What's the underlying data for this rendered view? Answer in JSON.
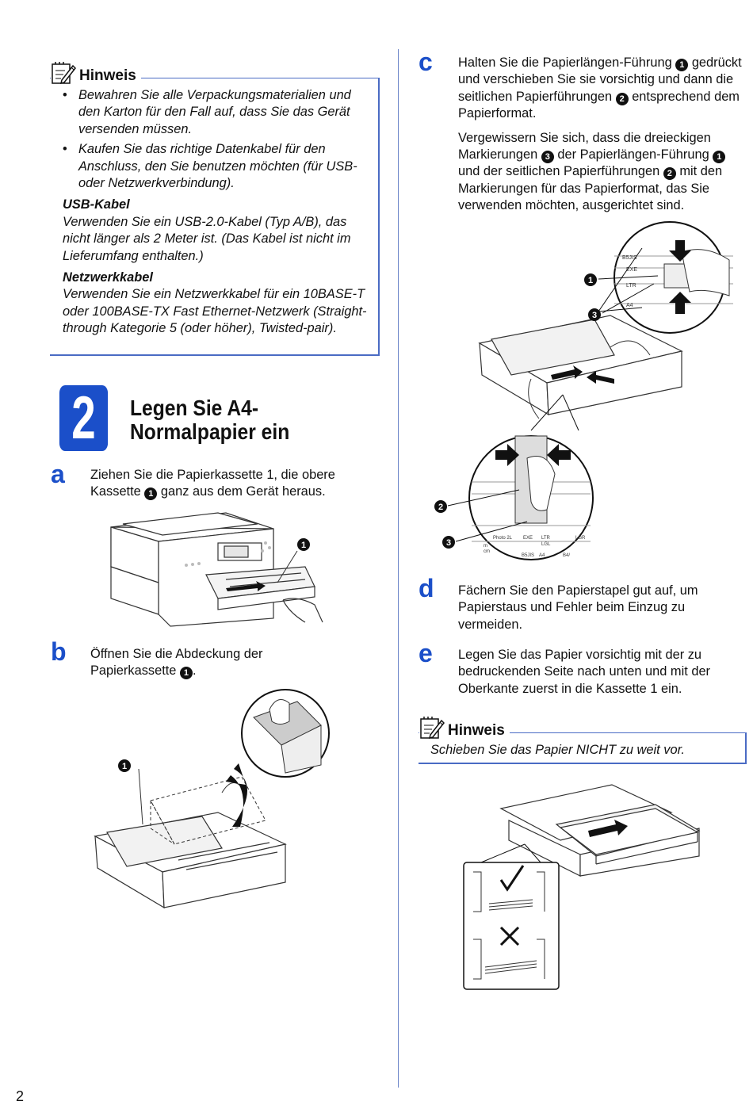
{
  "page_number": "2",
  "note1": {
    "title": "Hinweis",
    "bullets": [
      "Bewahren Sie alle Verpackungsmaterialien und den Karton für den Fall auf, dass Sie das Gerät versenden müssen.",
      "Kaufen Sie das richtige Datenkabel für den Anschluss, den Sie benutzen möchten (für USB- oder Netzwerkverbindung)."
    ],
    "usb_heading": "USB-Kabel",
    "usb_text": "Verwenden Sie ein USB-2.0-Kabel (Typ A/B), das nicht länger als 2 Meter ist. (Das Kabel ist nicht im Lieferumfang enthalten.)",
    "net_heading": "Netzwerkkabel",
    "net_text": "Verwenden Sie ein Netzwerkkabel für ein 10BASE-T oder 100BASE-TX Fast Ethernet-Netzwerk (Straight-through Kategorie 5 (oder höher), Twisted-pair)."
  },
  "step": {
    "number": "2",
    "title": "Legen Sie A4-Normalpapier ein"
  },
  "callout": {
    "n1": "1",
    "n2": "2",
    "n3": "3"
  },
  "instructions": {
    "a": {
      "letter": "a",
      "text_before": "Ziehen Sie die Papierkassette 1, die obere Kassette ",
      "text_after": " ganz aus dem Gerät heraus."
    },
    "b": {
      "letter": "b",
      "text_before": "Öffnen Sie die Abdeckung der Papierkassette ",
      "text_after": "."
    },
    "c": {
      "letter": "c",
      "p1_a": "Halten Sie die Papierlängen-Führung ",
      "p1_b": " gedrückt und verschieben Sie sie vorsichtig und dann die seitlichen Papierführungen ",
      "p1_c": " entsprechend dem Papierformat.",
      "p2_a": "Vergewissern Sie sich, dass die dreieckigen Markierungen ",
      "p2_b": " der Papierlängen-Führung ",
      "p2_c": " und der seitlichen Papierführungen ",
      "p2_d": " mit den Markierungen für das Papierformat, das Sie verwenden möchten, ausgerichtet sind."
    },
    "d": {
      "letter": "d",
      "text": "Fächern Sie den Papierstapel gut auf, um Papierstaus und Fehler beim Einzug zu vermeiden."
    },
    "e": {
      "letter": "e",
      "text": "Legen Sie das Papier vorsichtig mit der zu bedruckenden Seite nach unten und mit der Oberkante zuerst in die Kassette 1 ein."
    }
  },
  "note2": {
    "title": "Hinweis",
    "text": "Schieben Sie das Papier NICHT zu weit vor."
  },
  "figure_labels": {
    "top_zoom": [
      "B5JIS",
      "EXE",
      "LTR",
      "A4"
    ],
    "bottom_zoom_row1": [
      "Photo 2L",
      "EXE",
      "LTR",
      "LGL",
      "LGR"
    ],
    "bottom_zoom_row2": [
      "B5JIS",
      "A4",
      "B4/"
    ],
    "bottom_zoom_left": [
      "m",
      "cm"
    ]
  },
  "colors": {
    "accent": "#1b4fc9",
    "note_border": "#4a6bc4"
  }
}
